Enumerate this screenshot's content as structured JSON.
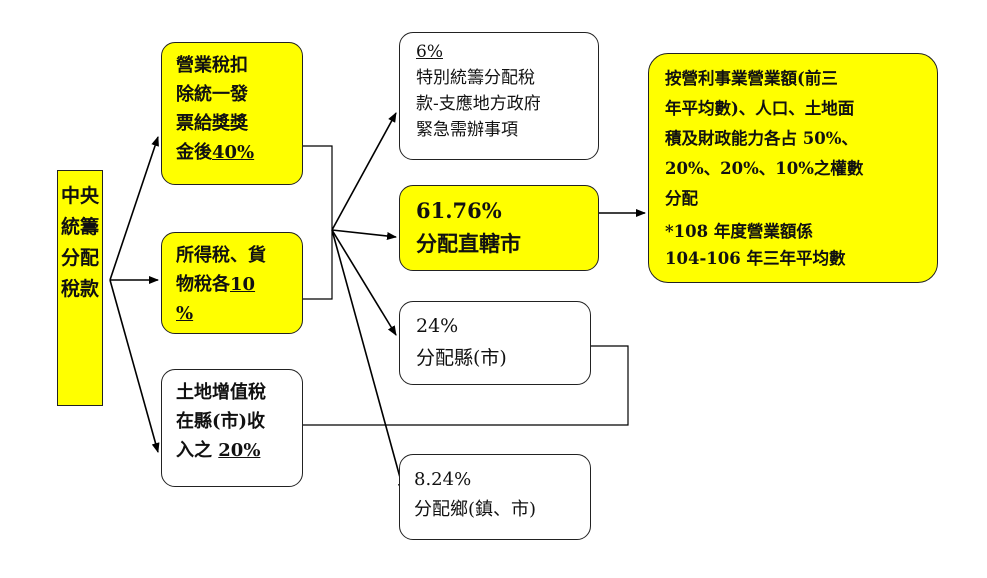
{
  "root": {
    "label": "中央統籌分配稅款"
  },
  "sources": {
    "sales": {
      "lines": [
        "營業稅扣",
        "除統一發",
        "票給獎獎"
      ],
      "last_prefix": "金後",
      "last_pct": "40%"
    },
    "income": {
      "lines": [
        "所得稅、貨"
      ],
      "mid_prefix": "物稅各",
      "mid_pct": "10",
      "last_pct": "%"
    },
    "land": {
      "lines": [
        "土地增值稅",
        "在縣(市)收"
      ],
      "last_prefix": "入之",
      "last_pct": "20%"
    }
  },
  "targets": {
    "special": {
      "pct": "6%",
      "lines": [
        "特別統籌分配稅",
        "款-支應地方政府",
        "緊急需辦事項"
      ]
    },
    "muni": {
      "pct": "61.76%",
      "label": "分配直轄市"
    },
    "county": {
      "pct": "24%",
      "label": "分配縣(市)"
    },
    "town": {
      "pct": "8.24%",
      "label": "分配鄉(鎮、市)"
    }
  },
  "allocation": {
    "lines": [
      "按營利事業營業額(前三",
      "年平均數)、人口、土地面",
      "積及財政能力各占 50%、",
      "20%、20%、10%之權數",
      "分配"
    ],
    "note": [
      "*108 年度營業額係",
      "104-106 年三年平均數"
    ]
  },
  "colors": {
    "highlight": "#ffff00",
    "line": "#000000",
    "border": "#222222"
  }
}
